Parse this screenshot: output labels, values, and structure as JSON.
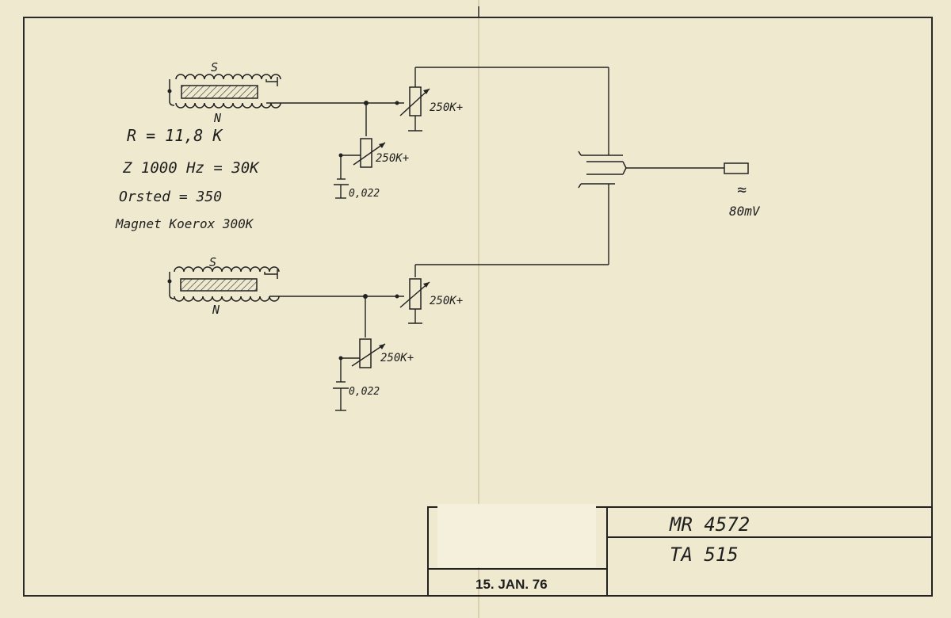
{
  "notes": {
    "resistance": "R = 11,8 K",
    "impedance": "Z 1000 Hz = 30K",
    "orsted": "Orsted = 350",
    "magnet": "Magnet Koerox 300K"
  },
  "upper_channel": {
    "pole_south": "S",
    "pole_north": "N",
    "series_pot": "250K+",
    "shunt_pot": "250K+",
    "capacitor": "0,022"
  },
  "lower_channel": {
    "pole_south": "S",
    "pole_north": "N",
    "series_pot": "250K+",
    "shunt_pot": "250K+",
    "capacitor": "0,022"
  },
  "output": {
    "symbol": "≈",
    "level": "80mV"
  },
  "title_block": {
    "date_stamp": "15. JAN. 76",
    "drawing_number": "MR 4572",
    "sheet_ref": "TA 515"
  }
}
